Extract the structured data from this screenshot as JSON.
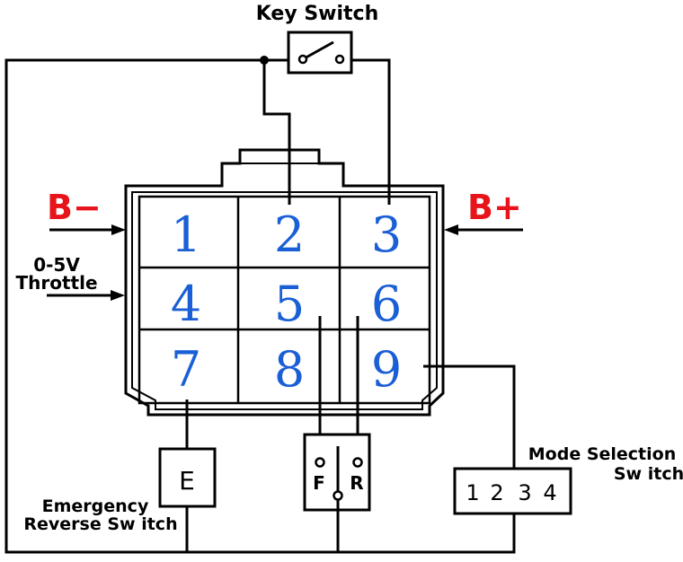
{
  "labels": {
    "key_switch": "Key Switch",
    "b_minus": "B−",
    "b_plus": "B+",
    "throttle_line1": "0-5V",
    "throttle_line2": "Throttle",
    "mode_line1": "Mode Selection",
    "mode_line2": "Sw itch",
    "emergency_line1": "Emergency",
    "emergency_line2": "Reverse Sw itch"
  },
  "connector": {
    "pins": [
      "1",
      "2",
      "3",
      "4",
      "5",
      "6",
      "7",
      "8",
      "9"
    ]
  },
  "emergency_switch": {
    "letter": "E"
  },
  "fr_switch": {
    "forward": "F",
    "reverse": "R"
  },
  "mode_switch": {
    "positions": [
      "1",
      "2",
      "3",
      "4"
    ]
  },
  "colors": {
    "pin_numbers": "#1a5fd6",
    "battery_labels": "#e8141c",
    "lines": "#000000"
  }
}
